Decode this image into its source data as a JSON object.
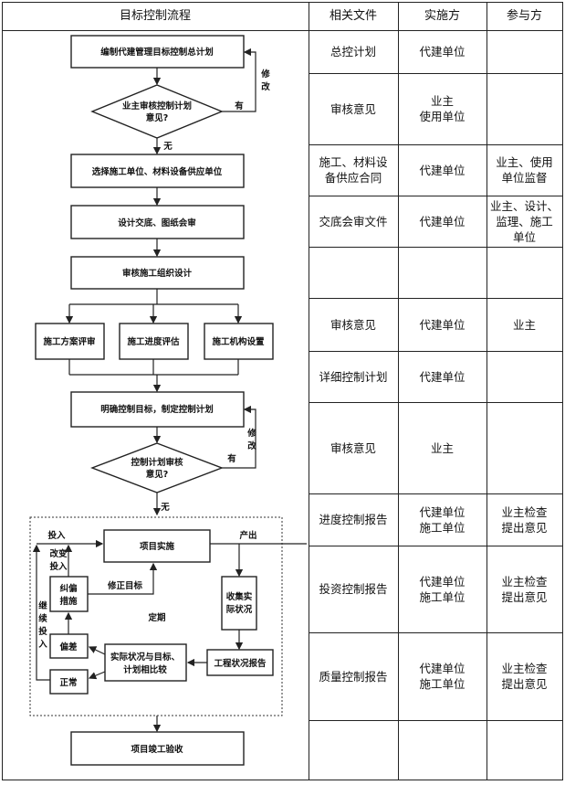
{
  "table": {
    "headers": [
      "目标控制流程",
      "相关文件",
      "实施方",
      "参与方"
    ],
    "rows": [
      {
        "doc": "总控计划",
        "impl": "代建单位",
        "part": ""
      },
      {
        "doc": "审核意见",
        "impl": "业主\n使用单位",
        "part": ""
      },
      {
        "doc": "施工、材料设\n备供应合同",
        "impl": "代建单位",
        "part": "业主、使用\n单位监督"
      },
      {
        "doc": "交底会审文件",
        "impl": "代建单位",
        "part": "业主、设计、\n监理、施工\n单位"
      },
      {
        "doc": "",
        "impl": "",
        "part": ""
      },
      {
        "doc": "审核意见",
        "impl": "代建单位",
        "part": "业主"
      },
      {
        "doc": "详细控制计划",
        "impl": "代建单位",
        "part": ""
      },
      {
        "doc": "审核意见",
        "impl": "业主",
        "part": ""
      },
      {
        "doc": "进度控制报告",
        "impl": "代建单位\n施工单位",
        "part": "业主检查\n提出意见"
      },
      {
        "doc": "投资控制报告",
        "impl": "代建单位\n施工单位",
        "part": "业主检查\n提出意见"
      },
      {
        "doc": "质量控制报告",
        "impl": "代建单位\n施工单位",
        "part": "业主检查\n提出意见"
      },
      {
        "doc": "",
        "impl": "",
        "part": ""
      }
    ]
  },
  "flow": {
    "plan": "编制代建管理目标控制总计划",
    "review1_l1": "业主审核控制计划",
    "review1_l2": "意见?",
    "revise1_a": "修",
    "revise1_b": "改",
    "yes1": "有",
    "no1": "无",
    "select": "选择施工单位、材料设备供应单位",
    "disclose": "设计交底、图纸会审",
    "audit_org": "审核施工组织设计",
    "scheme": "施工方案评审",
    "schedule": "施工进度评估",
    "machinery": "施工机构设置",
    "define": "明确控制目标，制定控制计划",
    "review2_l1": "控制计划审核",
    "review2_l2": "意见?",
    "revise2_a": "修",
    "revise2_b": "改",
    "yes2": "有",
    "no2": "无",
    "input": "投入",
    "output": "产出",
    "change_a": "改变",
    "change_b": "投入",
    "implement": "项目实施",
    "correct_a": "纠偏",
    "correct_b": "措施",
    "modify_target": "修正目标",
    "collect_a": "收集实",
    "collect_b": "际状况",
    "continue_a": "继",
    "continue_b": "续",
    "continue_c": "投",
    "continue_d": "入",
    "periodic": "定期",
    "deviation": "偏差",
    "compare_a": "实际状况与目标、",
    "compare_b": "计划相比较",
    "eng_report": "工程状况报告",
    "normal": "正常",
    "acceptance": "项目竣工验收"
  }
}
